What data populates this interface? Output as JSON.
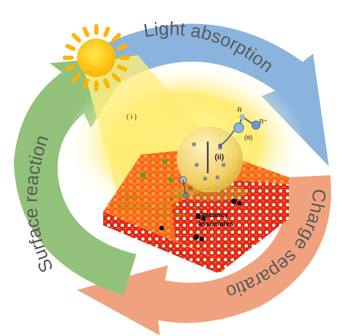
{
  "cycle": {
    "stages": [
      {
        "label": "Light absorption",
        "color": "#8ab4de"
      },
      {
        "label": "Charge separation",
        "color": "#f0a27e"
      },
      {
        "label": "Surface reaction",
        "color": "#92c279"
      }
    ]
  },
  "markers": {
    "i": "( i )",
    "ii": "(ii)",
    "iii_top": "(iii)",
    "iii_small": "iii",
    "R": "R",
    "R_plus": "R⁺"
  },
  "defects": {
    "anion": [
      "Anion",
      "vacancies"
    ],
    "cation": [
      "Cation",
      "vacancies"
    ],
    "vacancy": [
      "Vacancy",
      "associates"
    ]
  },
  "colors": {
    "sun": "#ffcc00",
    "glow": "#fff27a",
    "lattice_top": "#ff7a1a",
    "lattice_front": "#e03010",
    "defect_text": "#b8860b"
  }
}
